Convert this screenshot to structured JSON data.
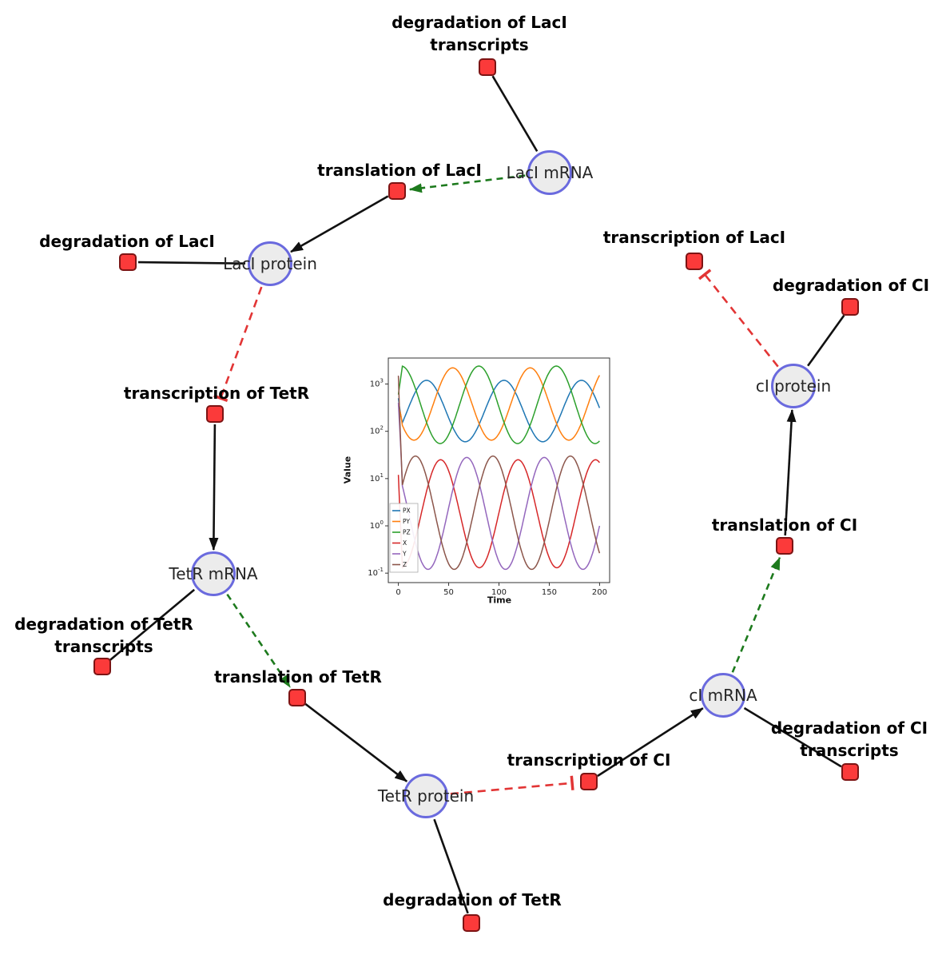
{
  "diagram": {
    "species": [
      {
        "id": "laci_mrna",
        "label": "LacI mRNA"
      },
      {
        "id": "laci_protein",
        "label": "LacI protein"
      },
      {
        "id": "tetr_mrna",
        "label": "TetR mRNA"
      },
      {
        "id": "tetr_protein",
        "label": "TetR protein"
      },
      {
        "id": "ci_mrna",
        "label": "cI mRNA"
      },
      {
        "id": "ci_protein",
        "label": "cI protein"
      }
    ],
    "reactions": [
      {
        "id": "deg_laci_tx",
        "label_lines": [
          "degradation of LacI",
          "transcripts"
        ]
      },
      {
        "id": "transl_laci",
        "label_lines": [
          "translation of LacI"
        ]
      },
      {
        "id": "deg_laci",
        "label_lines": [
          "degradation of LacI"
        ]
      },
      {
        "id": "tx_laci",
        "label_lines": [
          "transcription of LacI"
        ]
      },
      {
        "id": "deg_ci",
        "label_lines": [
          "degradation of CI"
        ]
      },
      {
        "id": "tx_tetr",
        "label_lines": [
          "transcription of TetR"
        ]
      },
      {
        "id": "transl_ci",
        "label_lines": [
          "translation of CI"
        ]
      },
      {
        "id": "deg_tetr_tx",
        "label_lines": [
          "degradation of TetR",
          "transcripts"
        ]
      },
      {
        "id": "transl_tetr",
        "label_lines": [
          "translation of TetR"
        ]
      },
      {
        "id": "deg_ci_tx",
        "label_lines": [
          "degradation of CI",
          "transcripts"
        ]
      },
      {
        "id": "tx_ci",
        "label_lines": [
          "transcription of CI"
        ]
      },
      {
        "id": "deg_tetr",
        "label_lines": [
          "degradation of TetR"
        ]
      }
    ],
    "edges": [
      {
        "from": "laci_mrna",
        "to": "deg_laci_tx",
        "type": "consumption"
      },
      {
        "from": "laci_mrna",
        "to": "transl_laci",
        "type": "activation"
      },
      {
        "from": "transl_laci",
        "to": "laci_protein",
        "type": "production"
      },
      {
        "from": "laci_protein",
        "to": "deg_laci",
        "type": "consumption"
      },
      {
        "from": "laci_protein",
        "to": "tx_tetr",
        "type": "inhibition"
      },
      {
        "from": "tx_tetr",
        "to": "tetr_mrna",
        "type": "production"
      },
      {
        "from": "tetr_mrna",
        "to": "deg_tetr_tx",
        "type": "consumption"
      },
      {
        "from": "tetr_mrna",
        "to": "transl_tetr",
        "type": "activation"
      },
      {
        "from": "transl_tetr",
        "to": "tetr_protein",
        "type": "production"
      },
      {
        "from": "tetr_protein",
        "to": "deg_tetr",
        "type": "consumption"
      },
      {
        "from": "tetr_protein",
        "to": "tx_ci",
        "type": "inhibition"
      },
      {
        "from": "tx_ci",
        "to": "ci_mrna",
        "type": "production"
      },
      {
        "from": "ci_mrna",
        "to": "deg_ci_tx",
        "type": "consumption"
      },
      {
        "from": "ci_mrna",
        "to": "transl_ci",
        "type": "activation"
      },
      {
        "from": "transl_ci",
        "to": "ci_protein",
        "type": "production"
      },
      {
        "from": "ci_protein",
        "to": "deg_ci",
        "type": "consumption"
      },
      {
        "from": "ci_protein",
        "to": "tx_laci",
        "type": "inhibition"
      }
    ],
    "colors": {
      "species_fill": "#ececec",
      "species_border": "#6a6ade",
      "reaction_fill": "#fb3a3a",
      "reaction_border": "#7d1414",
      "consumption": "#111111",
      "production": "#111111",
      "activation": "#1d7a1d",
      "inhibition": "#e23535"
    }
  },
  "chart_data": {
    "type": "line",
    "title": "",
    "xlabel": "Time",
    "ylabel": "Value",
    "x_range": [
      0,
      200
    ],
    "x_ticks": [
      0,
      50,
      100,
      150,
      200
    ],
    "y_scale": "log",
    "y_ticks_exponents": [
      -1,
      0,
      1,
      2,
      3
    ],
    "legend_position": "lower left",
    "legend_entries": [
      "PX",
      "PY",
      "PZ",
      "X",
      "Y",
      "Z"
    ],
    "series": [
      {
        "name": "PX",
        "color": "#1f77b4",
        "y_min": 60,
        "y_max": 1200,
        "period": 77,
        "first_peak_t": 28,
        "start_value": 500
      },
      {
        "name": "PY",
        "color": "#ff7f0e",
        "y_min": 65,
        "y_max": 2200,
        "period": 77,
        "first_peak_t": 54,
        "start_value": 350
      },
      {
        "name": "PZ",
        "color": "#2ca02c",
        "y_min": 55,
        "y_max": 2400,
        "period": 77,
        "first_peak_t": 80,
        "start_value": 600
      },
      {
        "name": "X",
        "color": "#d62728",
        "y_min": 0.13,
        "y_max": 25,
        "period": 77,
        "first_peak_t": 42,
        "start_value": 12
      },
      {
        "name": "Y",
        "color": "#9467bd",
        "y_min": 0.12,
        "y_max": 28,
        "period": 77,
        "first_peak_t": 68,
        "start_value": 400
      },
      {
        "name": "Z",
        "color": "#8c564b",
        "y_min": 0.12,
        "y_max": 30,
        "period": 77,
        "first_peak_t": 94,
        "start_value": 1500
      }
    ]
  }
}
